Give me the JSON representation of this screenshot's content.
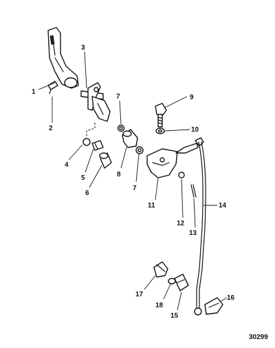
{
  "diagram": {
    "callouts": [
      "1",
      "2",
      "3",
      "4",
      "5",
      "6",
      "7",
      "8",
      "7",
      "9",
      "10",
      "11",
      "12",
      "13",
      "14",
      "15",
      "16",
      "17",
      "18"
    ],
    "figure_number": "30299"
  }
}
